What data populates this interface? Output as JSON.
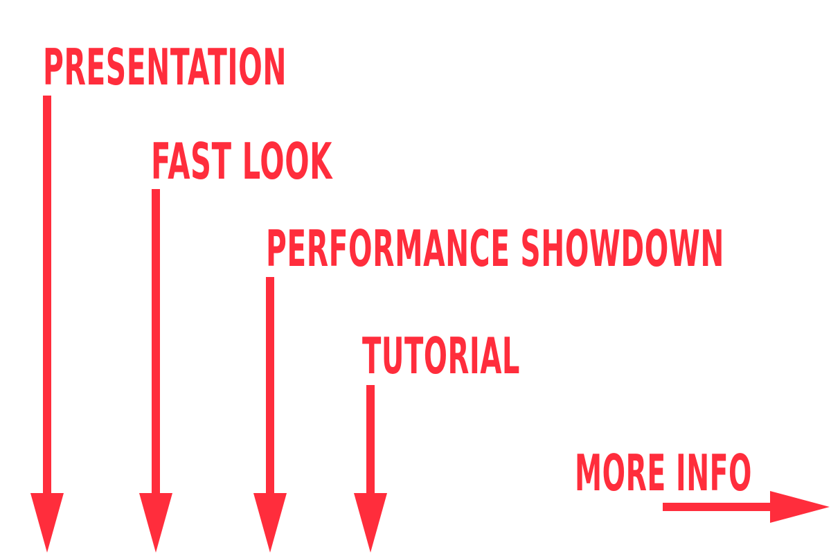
{
  "colors": {
    "accent": "#ff2d3c",
    "background": "#ffffff"
  },
  "labels": {
    "presentation": "PRESENTATION",
    "fast_look": "FAST LOOK",
    "performance_showdown": "PERFORMANCE SHOWDOWN",
    "tutorial": "TUTORIAL",
    "more_info": "MORE INFO"
  },
  "icons": {
    "down": "arrow-down-icon",
    "right": "arrow-right-icon"
  }
}
